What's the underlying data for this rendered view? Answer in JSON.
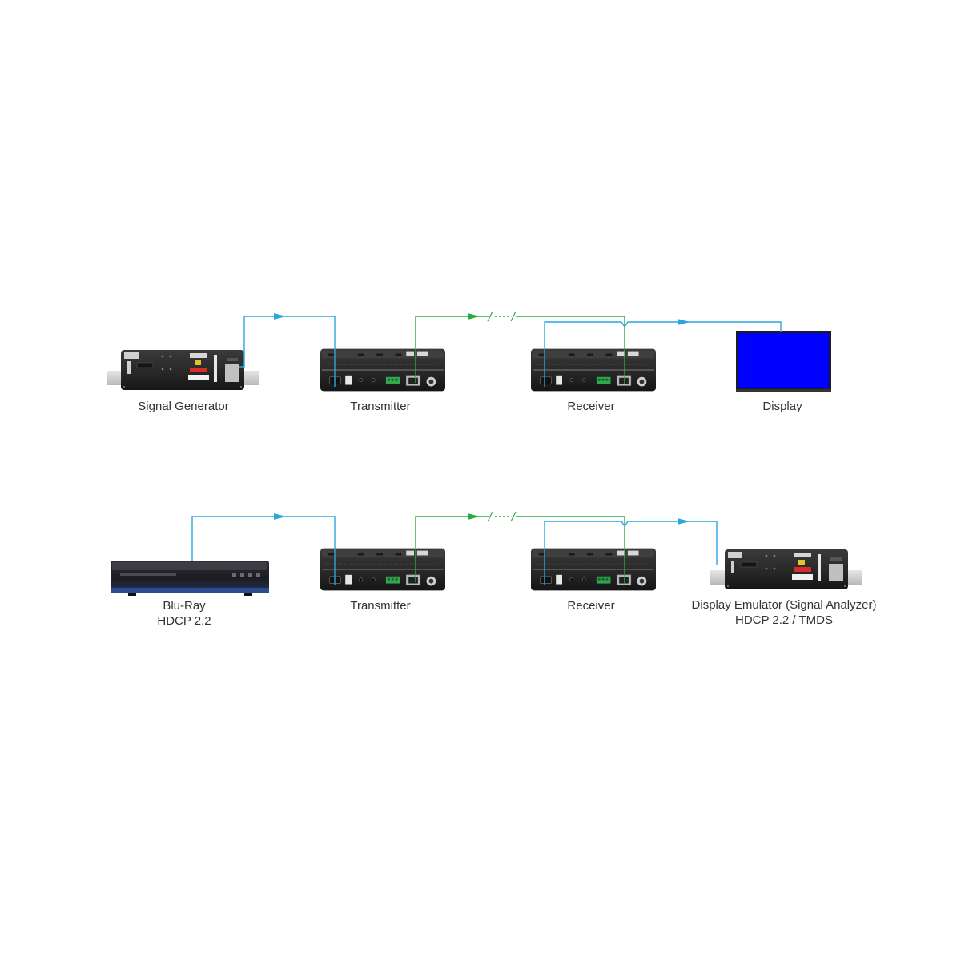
{
  "colors": {
    "hdmi_line": "#2ba6de",
    "hdbaset_line": "#2eaa3c",
    "device_body": "#2d2d2d",
    "display_screen": "#0000ff"
  },
  "row1": {
    "source_label": "Signal Generator",
    "transmitter_label": "Transmitter",
    "receiver_label": "Receiver",
    "sink_label": "Display"
  },
  "row2": {
    "source_label_line1": "Blu-Ray",
    "source_label_line2": "HDCP 2.2",
    "transmitter_label": "Transmitter",
    "receiver_label": "Receiver",
    "sink_label_line1": "Display Emulator (Signal Analyzer)",
    "sink_label_line2": "HDCP 2.2 / TMDS"
  }
}
